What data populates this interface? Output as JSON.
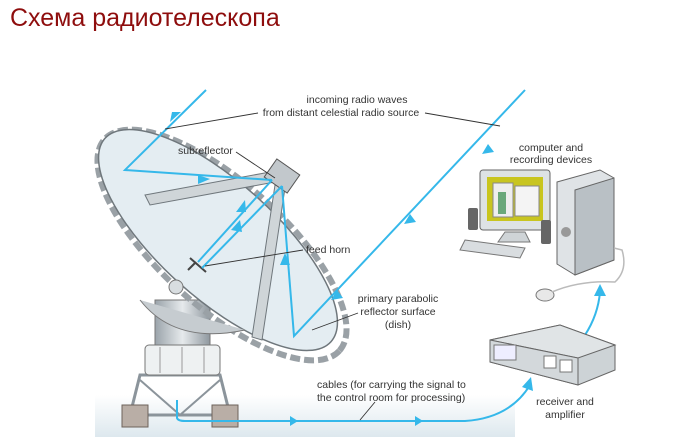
{
  "title": "Схема радиотелескопа",
  "labels": {
    "incoming_1": "incoming radio waves",
    "incoming_2": "from distant celestial radio source",
    "subreflector": "subreflector",
    "feed_horn": "feed horn",
    "primary_1": "primary parabolic",
    "primary_2": "reflector surface",
    "primary_3": "(dish)",
    "cables_1": "cables (for carrying the signal to",
    "cables_2": "the control room for processing)",
    "computer_1": "computer and",
    "computer_2": "recording devices",
    "receiver_1": "receiver and",
    "receiver_2": "amplifier"
  },
  "colors": {
    "title": "#8e0d0d",
    "wave": "#35b8ea"
  }
}
